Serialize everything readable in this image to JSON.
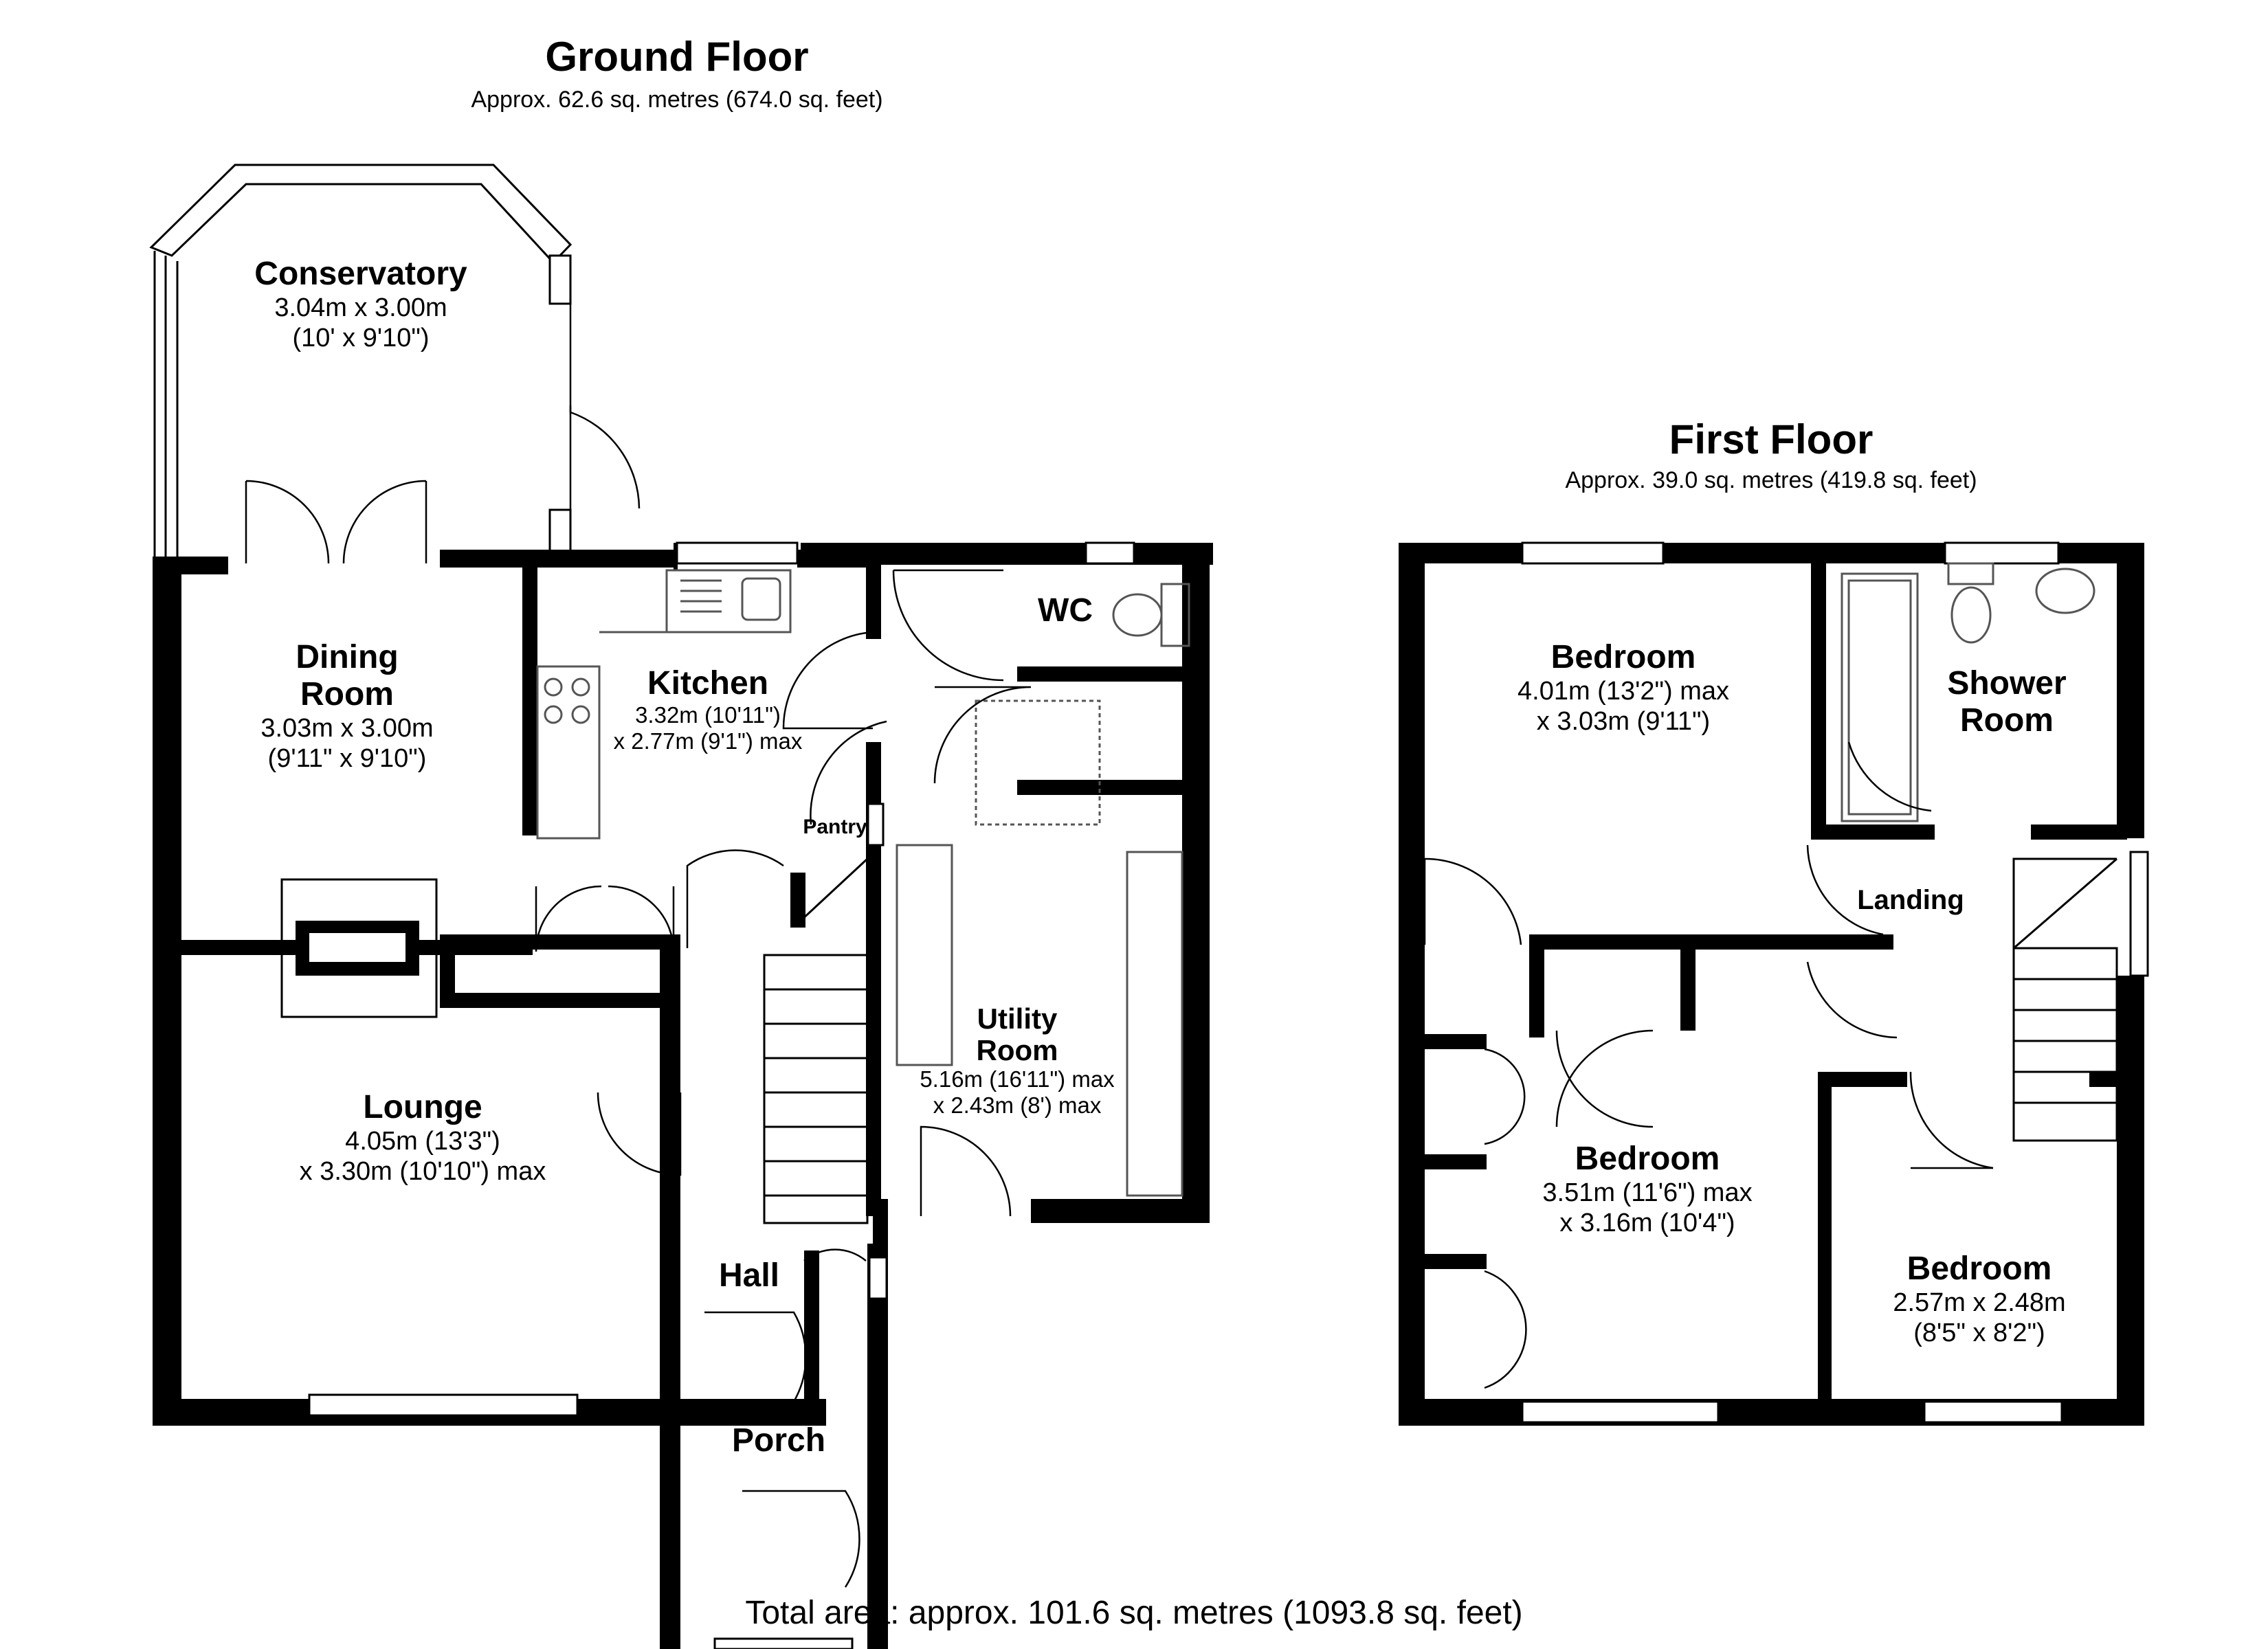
{
  "ground_floor": {
    "title": "Ground Floor",
    "area": "Approx. 62.6 sq. metres (674.0 sq. feet)",
    "rooms": {
      "conservatory": {
        "name": "Conservatory",
        "dim1": "3.04m x 3.00m",
        "dim2": "(10' x 9'10\")"
      },
      "dining_room": {
        "name1": "Dining",
        "name2": "Room",
        "dim1": "3.03m x 3.00m",
        "dim2": "(9'11\" x 9'10\")"
      },
      "kitchen": {
        "name": "Kitchen",
        "dim1": "3.32m (10'11\")",
        "dim2": "x 2.77m (9'1\") max"
      },
      "wc": {
        "name": "WC"
      },
      "pantry": {
        "name": "Pantry"
      },
      "utility_room": {
        "name1": "Utility",
        "name2": "Room",
        "dim1": "5.16m (16'11\") max",
        "dim2": "x 2.43m (8') max"
      },
      "lounge": {
        "name": "Lounge",
        "dim1": "4.05m (13'3\")",
        "dim2": "x 3.30m (10'10\") max"
      },
      "hall": {
        "name": "Hall"
      },
      "porch": {
        "name": "Porch"
      }
    }
  },
  "first_floor": {
    "title": "First Floor",
    "area": "Approx. 39.0 sq. metres (419.8 sq. feet)",
    "rooms": {
      "bedroom_1": {
        "name": "Bedroom",
        "dim1": "4.01m (13'2\") max",
        "dim2": "x 3.03m (9'11\")"
      },
      "shower_room": {
        "name1": "Shower",
        "name2": "Room"
      },
      "landing": {
        "name": "Landing"
      },
      "bedroom_2": {
        "name": "Bedroom",
        "dim1": "3.51m (11'6\") max",
        "dim2": "x 3.16m (10'4\")"
      },
      "bedroom_3": {
        "name": "Bedroom",
        "dim1": "2.57m x 2.48m",
        "dim2": "(8'5\" x 8'2\")"
      }
    }
  },
  "total_area": "Total area: approx. 101.6 sq. metres (1093.8 sq. feet)",
  "colors": {
    "wall": "#000000",
    "background": "#ffffff",
    "fixture": "#888888"
  }
}
